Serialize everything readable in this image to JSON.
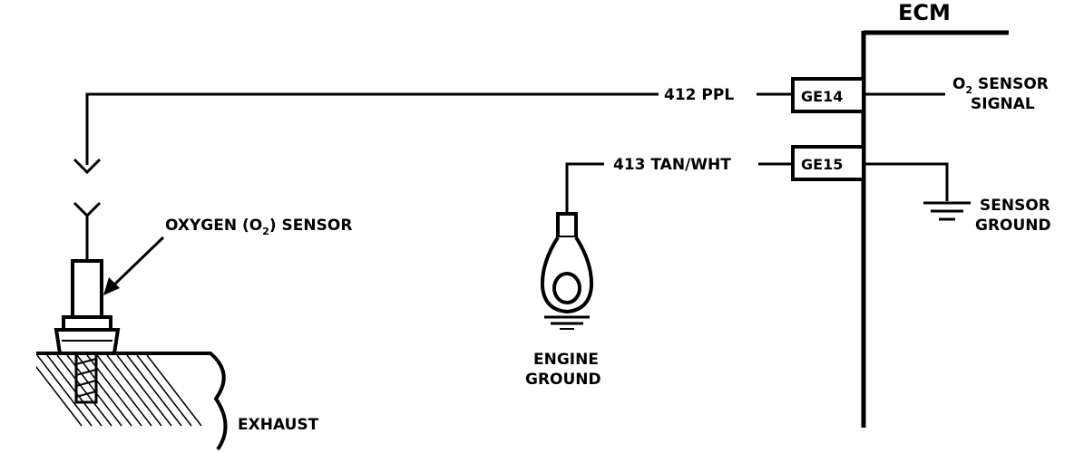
{
  "ecm": {
    "label": "ECM"
  },
  "terminals": {
    "ge14": "GE14",
    "ge15": "GE15"
  },
  "wires": {
    "signal": "412 PPL",
    "ground": "413 TAN/WHT"
  },
  "labels": {
    "o2_signal": {
      "prefix": "O",
      "subscript": "2",
      "rest": " SENSOR",
      "line2": "SIGNAL"
    },
    "sensor_ground": {
      "line1": "SENSOR",
      "line2": "GROUND"
    },
    "oxygen_sensor": {
      "before": "OXYGEN (O",
      "subscript": "2",
      "after": ") SENSOR"
    },
    "engine_ground": {
      "line1": "ENGINE",
      "line2": "GROUND"
    },
    "exhaust": "EXHAUST"
  }
}
